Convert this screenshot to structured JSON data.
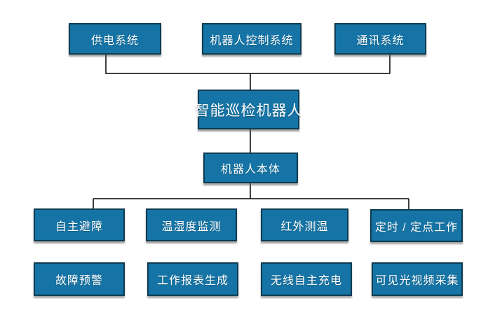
{
  "colors": {
    "node_fill": "#1574a5",
    "node_border": "#0e3c53",
    "node_text": "#ffffff",
    "connector": "#000000",
    "background": "#ffffff"
  },
  "nodes": {
    "power_system": "供电系统",
    "control_system": "机器人控制系统",
    "comm_system": "通讯系统",
    "main_robot": "智能巡检机器人",
    "robot_body": "机器人本体",
    "obstacle_avoidance": "自主避障",
    "temp_humidity_monitor": "温湿度监测",
    "infrared_temp": "红外测温",
    "scheduled_work": "定时 / 定点工作",
    "fault_warning": "故障预警",
    "report_generation": "工作报表生成",
    "wireless_charging": "无线自主充电",
    "video_capture": "可见光视频采集"
  }
}
